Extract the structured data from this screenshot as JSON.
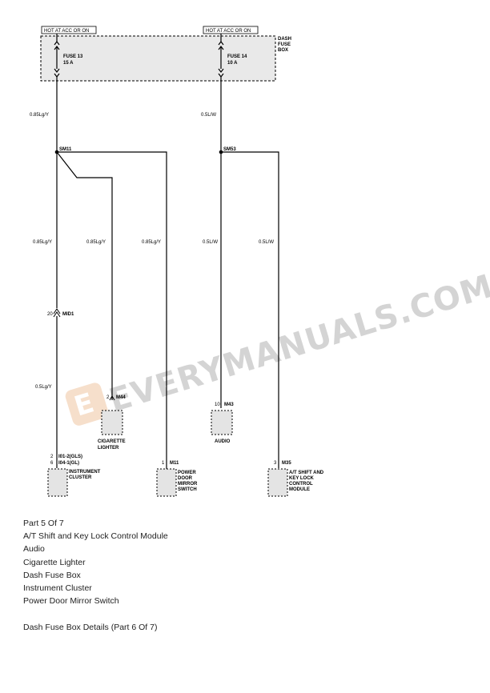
{
  "diagram": {
    "dash_fuse_box_label": [
      "DASH",
      "FUSE",
      "BOX"
    ],
    "hot_label_1": "HOT AT ACC OR ON",
    "hot_label_2": "HOT AT ACC OR ON",
    "fuse_13": {
      "name": "FUSE 13",
      "rating": "15 A"
    },
    "fuse_14": {
      "name": "FUSE 14",
      "rating": "10 A"
    },
    "wires": {
      "w_fuse13": "0.85Lg/Y",
      "w_fuse14": "0.5L/W",
      "w_col1": "0.85Lg/Y",
      "w_col2": "0.85Lg/Y",
      "w_col3": "0.85Lg/Y",
      "w_col4": "0.5L/W",
      "w_col5": "0.5L/W",
      "w_cluster": "0.5Lg/Y"
    },
    "splices": {
      "sm11": "SM11",
      "sm53": "SM53"
    },
    "connectors": {
      "mid1_pin": "20",
      "mid1": "MID1",
      "m44_pin": "2",
      "m44": "M44",
      "m43_pin": "10",
      "m43": "M43",
      "m11_pin": "1",
      "m11": "M11",
      "m35_pin": "3",
      "m35": "M35",
      "i01_pin": "2",
      "i01": "I01-2(GLS)",
      "i04_pin": "6",
      "i04": "I04-1(GL)"
    },
    "components": {
      "cigarette_lighter": [
        "CIGARETTE",
        "LIGHTER"
      ],
      "audio": [
        "AUDIO"
      ],
      "instrument_cluster": [
        "INSTRUMENT",
        "CLUSTER"
      ],
      "power_door_mirror_switch": [
        "POWER",
        "DOOR",
        "MIRROR",
        "SWITCH"
      ],
      "at_shift_key_lock": [
        "A/T SHIFT AND",
        "KEY LOCK",
        "CONTROL",
        "MODULE"
      ]
    },
    "watermark": "EVERYMANUALS.COM"
  },
  "caption": {
    "title": "Part 5 Of 7",
    "items": [
      "A/T Shift and Key Lock Control Module",
      "Audio",
      "Cigarette Lighter",
      "Dash Fuse Box",
      "Instrument Cluster",
      "Power Door Mirror Switch"
    ],
    "footer": "Dash Fuse Box Details (Part 6 Of 7)"
  }
}
